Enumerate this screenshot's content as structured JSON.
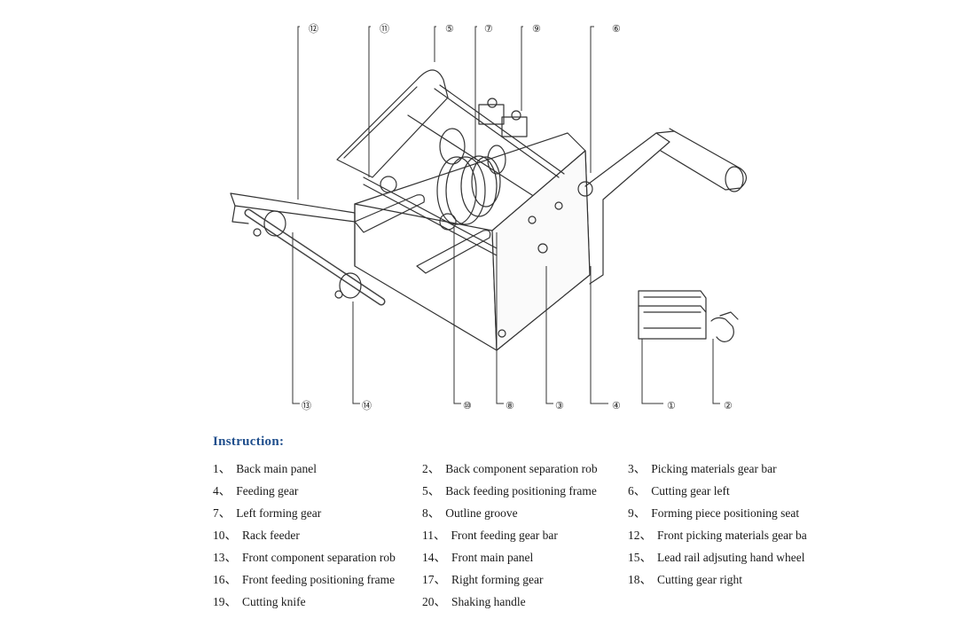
{
  "callouts": [
    "⑫",
    "⑪",
    "⑤",
    "⑦",
    "⑨",
    "⑥",
    "⑬",
    "⑭",
    "⑩",
    "⑧",
    "③",
    "④",
    "①",
    "②"
  ],
  "instruction": {
    "title": "Instruction:",
    "items": [
      {
        "num": "1、",
        "text": "Back main panel"
      },
      {
        "num": "2、",
        "text": "Back component separation rob"
      },
      {
        "num": "3、",
        "text": "Picking materials gear bar"
      },
      {
        "num": "4、",
        "text": "Feeding gear"
      },
      {
        "num": "5、",
        "text": "Back feeding positioning frame"
      },
      {
        "num": "6、",
        "text": "Cutting gear left"
      },
      {
        "num": "7、",
        "text": "Left forming gear"
      },
      {
        "num": "8、",
        "text": "Outline groove"
      },
      {
        "num": "9、",
        "text": "Forming piece positioning seat"
      },
      {
        "num": "10、",
        "text": "Rack feeder"
      },
      {
        "num": "11、",
        "text": "Front feeding gear bar"
      },
      {
        "num": "12、",
        "text": "Front picking materials gear ba"
      },
      {
        "num": "13、",
        "text": "Front component separation rob"
      },
      {
        "num": "14、",
        "text": "Front main panel"
      },
      {
        "num": "15、",
        "text": "Lead rail adjsuting hand wheel"
      },
      {
        "num": "16、",
        "text": "Front feeding positioning frame"
      },
      {
        "num": "17、",
        "text": "Right forming gear"
      },
      {
        "num": "18、",
        "text": "Cutting gear right"
      },
      {
        "num": "19、",
        "text": "Cutting knife"
      },
      {
        "num": "20、",
        "text": "Shaking handle"
      }
    ]
  }
}
